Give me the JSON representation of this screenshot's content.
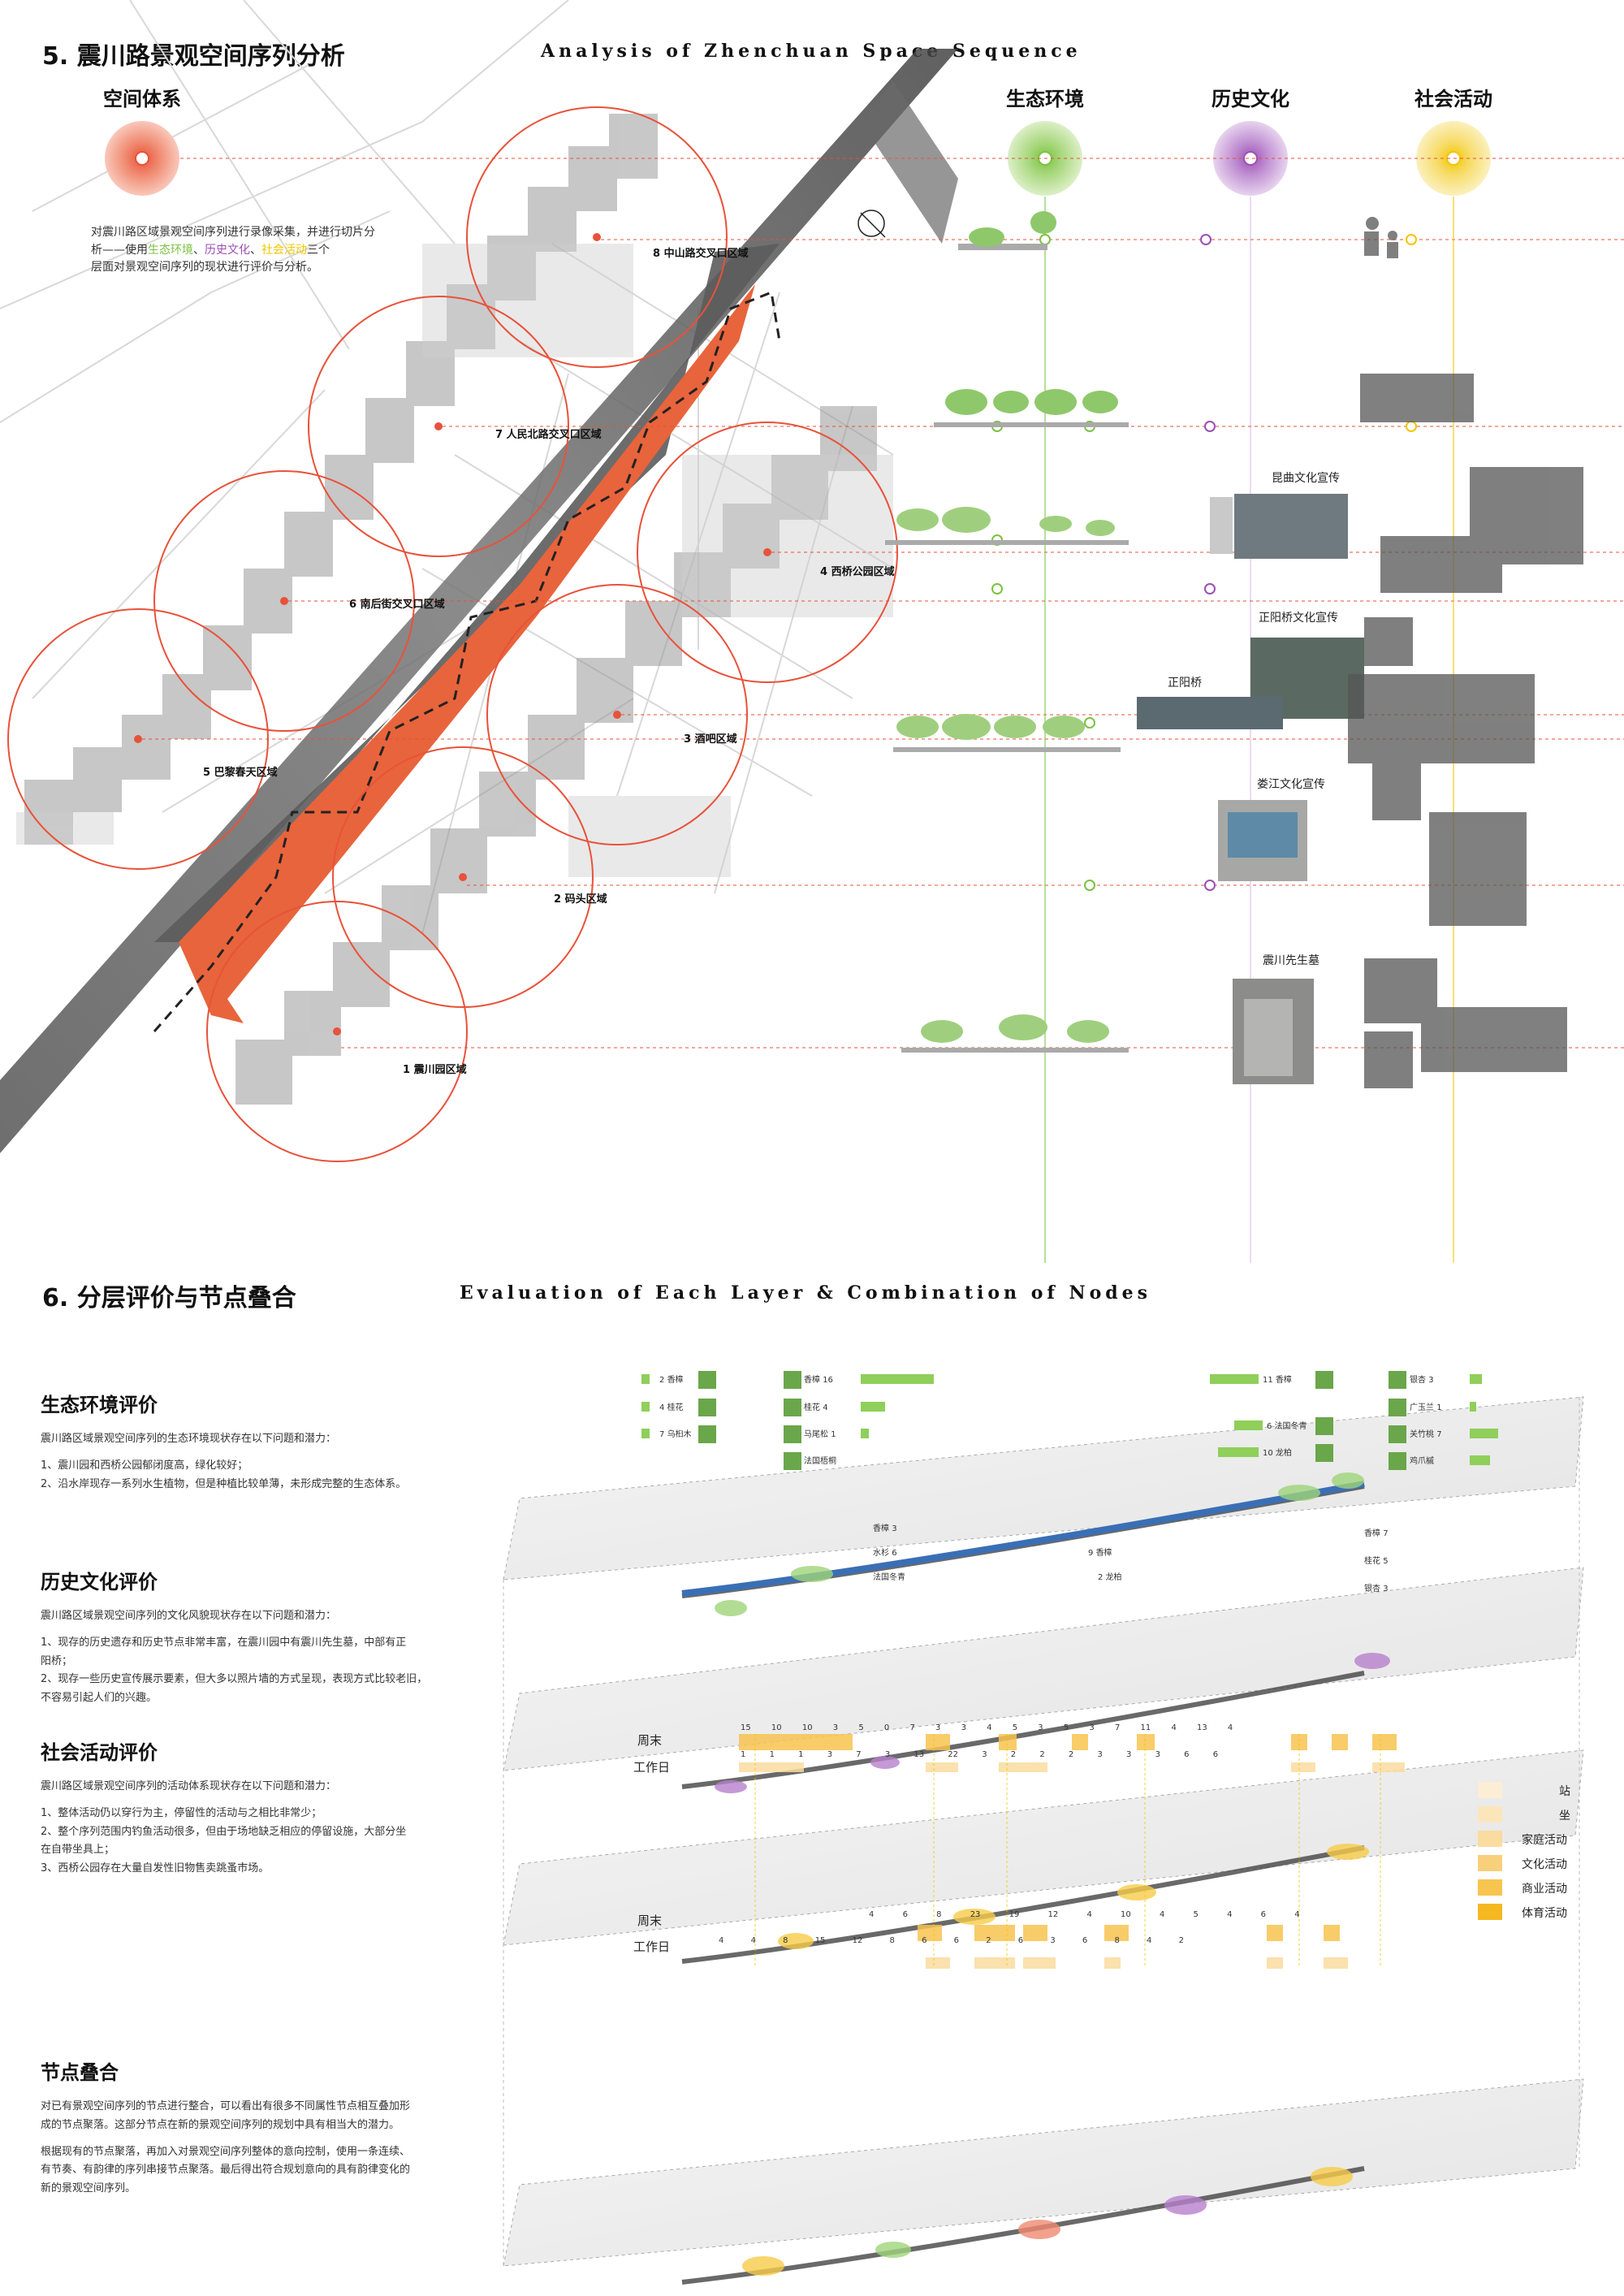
{
  "section5": {
    "title": "5. 震川路景观空间序列分析",
    "en_title": "Analysis of Zhenchuan Space Sequence",
    "categories": [
      {
        "label": "空间体系",
        "color": "#e8523a"
      },
      {
        "label": "生态环境",
        "color": "#7cc242"
      },
      {
        "label": "历史文化",
        "color": "#9c4fb5"
      },
      {
        "label": "社会活动",
        "color": "#f2c500"
      }
    ],
    "intro": {
      "line1": "对震川路区域景观空间序列进行录像采集，并进行切片分",
      "line2_a": "析——使用",
      "eco": "生态环境",
      "sep1": "、",
      "hist": "历史文化",
      "sep2": "、",
      "social": "社会活动",
      "line2_b": "三个",
      "line3": "层面对景观空间序列的现状进行评价与分析。"
    },
    "regions": [
      "8 中山路交叉口区域",
      "7 人民北路交叉口区域",
      "6 南后街交叉口区域",
      "5 巴黎春天区域",
      "4 西桥公园区域",
      "3 酒吧区域",
      "2 码头区域",
      "1 震川园区域"
    ],
    "culture_photos": [
      "昆曲文化宣传",
      "正阳桥文化宣传",
      "正阳桥",
      "娄江文化宣传",
      "震川先生墓"
    ]
  },
  "section6": {
    "title": "6. 分层评价与节点叠合",
    "en_title": "Evaluation of Each Layer & Combination of Nodes",
    "eco": {
      "title": "生态环境评价",
      "p1": "震川路区域景观空间序列的生态环境现状存在以下问题和潜力：",
      "p2": "1、震川园和西桥公园郁闭度高，绿化较好；",
      "p3": "2、沿水岸现存一系列水生植物，但是种植比较单薄，未形成完整的生态体系。"
    },
    "hist": {
      "title": "历史文化评价",
      "p1": "震川路区域景观空间序列的文化风貌现状存在以下问题和潜力：",
      "p2": "1、现存的历史遗存和历史节点非常丰富，在震川园中有震川先生墓，中部有正",
      "p3": "阳桥；",
      "p4": "2、现存一些历史宣传展示要素，但大多以照片墙的方式呈现，表现方式比较老旧，",
      "p5": "不容易引起人们的兴趣。"
    },
    "social": {
      "title": "社会活动评价",
      "p1": "震川路区域景观空间序列的活动体系现状存在以下问题和潜力：",
      "p2": "1、整体活动仍以穿行为主，停留性的活动与之相比非常少；",
      "p3": "2、整个序列范围内钓鱼活动很多，但由于场地缺乏相应的停留设施，大部分坐",
      "p4": "在自带坐具上；",
      "p5": "3、西桥公园存在大量自发性旧物售卖跳蚤市场。"
    },
    "nodes": {
      "title": "节点叠合",
      "p1": "对已有景观空间序列的节点进行整合，可以看出有很多不同属性节点相互叠加形",
      "p2": "成的节点聚落。这部分节点在新的景观空间序列的规划中具有相当大的潜力。",
      "p3": "根据现有的节点聚落，再加入对景观空间序列整体的意向控制，使用一条连续、",
      "p4": "有节奏、有韵律的序列串接节点聚落。最后得出符合规划意向的具有韵律变化的",
      "p5": "新的景观空间序列。"
    },
    "legend": [
      {
        "label": "站",
        "color": "#fbeed4"
      },
      {
        "label": "坐",
        "color": "#fbe6bb"
      },
      {
        "label": "家庭活动",
        "color": "#fadca0"
      },
      {
        "label": "文化活动",
        "color": "#f8cf7a"
      },
      {
        "label": "商业活动",
        "color": "#f7c450"
      },
      {
        "label": "体育活动",
        "color": "#f5b821"
      }
    ],
    "axis": {
      "weekend": "周末",
      "weekday": "工作日"
    },
    "plants_left": [
      {
        "num": "2",
        "name": "香樟"
      },
      {
        "num": "4",
        "name": "桂花"
      },
      {
        "num": "7",
        "name": "乌桕木"
      }
    ],
    "plants_mid": [
      {
        "num": "16",
        "name": "香樟"
      },
      {
        "num": "4",
        "name": "桂花"
      },
      {
        "num": "1",
        "name": "马尾松"
      },
      {
        "num": "",
        "name": "法国梧桐"
      }
    ],
    "plants_right": [
      {
        "num": "11",
        "name": "香樟"
      },
      {
        "num": "6",
        "name": "法国冬青"
      },
      {
        "num": "10",
        "name": "龙柏"
      }
    ],
    "plants_far": [
      {
        "num": "3",
        "name": "银杏"
      },
      {
        "num": "1",
        "name": "广玉兰"
      },
      {
        "num": "7",
        "name": "关竹桃"
      },
      {
        "num": "",
        "name": "鸡爪槭"
      }
    ],
    "plants_lower": [
      {
        "num": "3",
        "name": "香樟"
      },
      {
        "num": "6",
        "name": "水杉"
      },
      {
        "num": "",
        "name": "法国冬青"
      },
      {
        "num": "9",
        "name": "香樟"
      },
      {
        "num": "2",
        "name": "龙柏"
      },
      {
        "num": "7",
        "name": "香樟"
      },
      {
        "num": "5",
        "name": "桂花"
      },
      {
        "num": "3",
        "name": "银杏"
      }
    ],
    "weekend_top_nums": [
      "15",
      "10",
      "10",
      "3",
      "5",
      "0",
      "7",
      "3",
      "3",
      "4",
      "5",
      "3",
      "5",
      "3",
      "7",
      "11",
      "4",
      "13",
      "4"
    ],
    "weekday_top_nums": [
      "1",
      "1",
      "1",
      "3",
      "7",
      "3",
      "13",
      "22",
      "3",
      "2",
      "2",
      "2",
      "3",
      "3",
      "3",
      "6",
      "6"
    ],
    "weekend_bot_nums": [
      "4",
      "6",
      "8",
      "23",
      "19",
      "12",
      "4",
      "10",
      "4",
      "5",
      "4",
      "6",
      "4"
    ],
    "weekday_bot_nums": [
      "4",
      "4",
      "8",
      "15",
      "12",
      "8",
      "6",
      "6",
      "2",
      "6",
      "3",
      "6",
      "8",
      "4",
      "2"
    ]
  }
}
